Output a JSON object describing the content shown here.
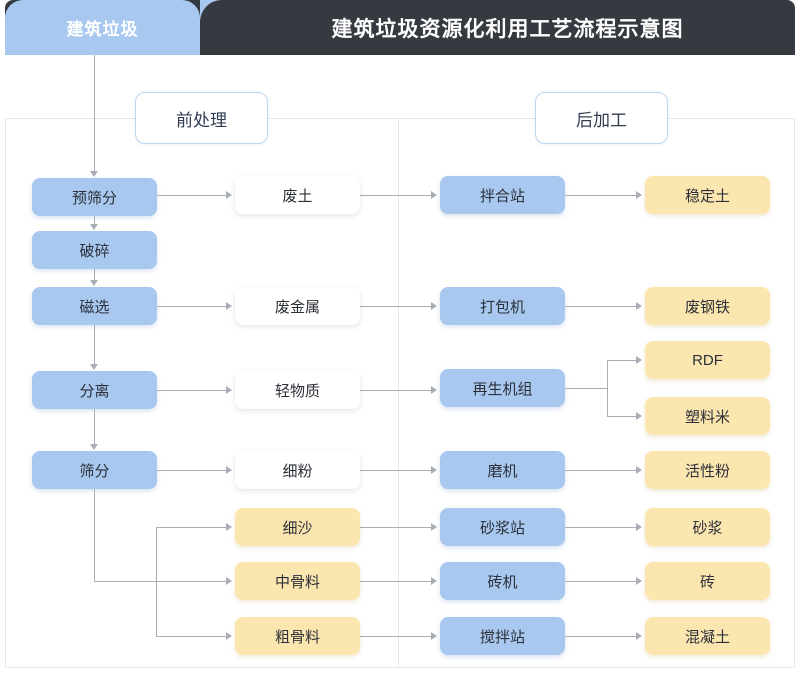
{
  "header": {
    "tab_label": "建筑垃圾",
    "title": "建筑垃圾资源化利用工艺流程示意图",
    "tab_color": "#a8c8f0",
    "bar_color": "#343a40"
  },
  "sections": {
    "pre": "前处理",
    "post": "后加工"
  },
  "palette": {
    "blue": "#a8c8f0",
    "white": "#ffffff",
    "yellow": "#fce6b0",
    "line": "#a9adb5",
    "panel_border": "#e6e6ee"
  },
  "columns": {
    "process": [
      {
        "label": "预筛分"
      },
      {
        "label": "破碎"
      },
      {
        "label": "磁选"
      },
      {
        "label": "分离"
      },
      {
        "label": "筛分"
      }
    ],
    "intermediate": [
      {
        "label": "废土",
        "tone": "white"
      },
      {
        "label": "废金属",
        "tone": "white"
      },
      {
        "label": "轻物质",
        "tone": "white"
      },
      {
        "label": "细粉",
        "tone": "white"
      },
      {
        "label": "细沙",
        "tone": "yellow"
      },
      {
        "label": "中骨料",
        "tone": "yellow"
      },
      {
        "label": "粗骨料",
        "tone": "yellow"
      }
    ],
    "equipment": [
      {
        "label": "拌合站"
      },
      {
        "label": "打包机"
      },
      {
        "label": "再生机组"
      },
      {
        "label": "磨机"
      },
      {
        "label": "砂浆站"
      },
      {
        "label": "砖机"
      },
      {
        "label": "搅拌站"
      }
    ],
    "product": [
      {
        "label": "稳定土"
      },
      {
        "label": "废钢铁"
      },
      {
        "label": "RDF"
      },
      {
        "label": "塑料米"
      },
      {
        "label": "活性粉"
      },
      {
        "label": "砂浆"
      },
      {
        "label": "砖"
      },
      {
        "label": "混凝土"
      }
    ]
  }
}
